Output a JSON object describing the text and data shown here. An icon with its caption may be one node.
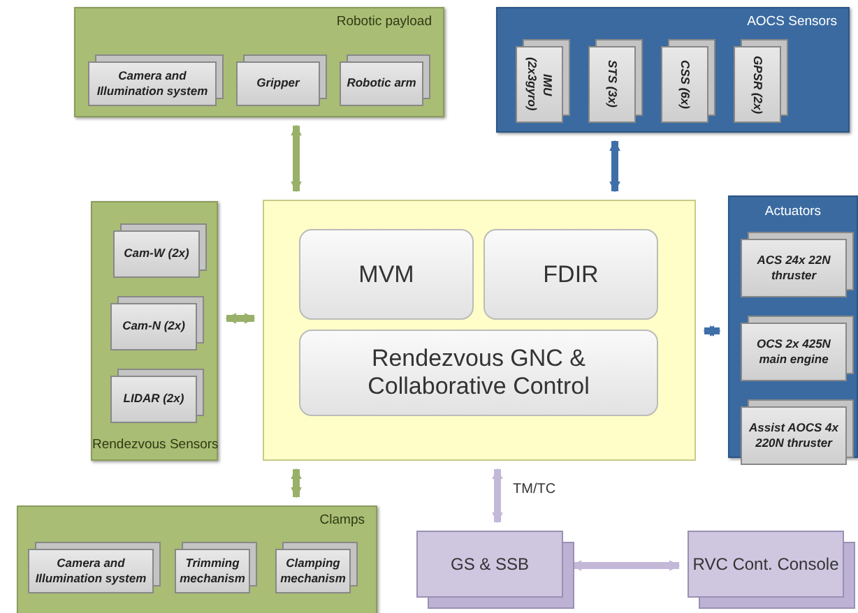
{
  "diagram": {
    "nodes": [
      {
        "text": [
          "Robotic payload"
        ]
      },
      {
        "text": [
          "Camera and Illumination system"
        ],
        "in": 0
      },
      {
        "text": [
          "Gripper"
        ],
        "in": 0
      },
      {
        "text": [
          "Robotic arm"
        ],
        "in": 0
      },
      {
        "text": [
          "AOCS Sensors"
        ]
      },
      {
        "text": [
          "IMU (2x3gyro)"
        ],
        "in": 4
      },
      {
        "text": [
          "STS (3x)"
        ],
        "in": 4
      },
      {
        "text": [
          "CSS (6x)"
        ],
        "in": 4
      },
      {
        "text": [
          "GPSR (2x)"
        ],
        "in": 4
      },
      {
        "text": [],
        "shape": "box"
      },
      {
        "text": [
          "MVM"
        ],
        "in": 9
      },
      {
        "text": [
          "FDIR"
        ],
        "in": 9
      },
      {
        "text": [
          "Rendezvous GNC & Collaborative Control"
        ],
        "in": 9
      },
      {
        "text": [
          "Rendezvous Sensors"
        ]
      },
      {
        "text": [
          "Cam-W (2x)"
        ],
        "in": 13
      },
      {
        "text": [
          "Cam-N (2x)"
        ],
        "in": 13
      },
      {
        "text": [
          "LIDAR (2x)"
        ],
        "in": 13
      },
      {
        "text": [
          "Actuators"
        ]
      },
      {
        "text": [
          "ACS 24x 22N thruster"
        ],
        "in": 17
      },
      {
        "text": [
          "OCS 2x 425N main engine"
        ],
        "in": 17
      },
      {
        "text": [
          "Assist AOCS 4x 220N thruster"
        ],
        "in": 17
      },
      {
        "text": [
          "Clamps"
        ]
      },
      {
        "text": [
          "Camera and Illumination system"
        ],
        "in": 21
      },
      {
        "text": [
          "Trimming mechanism"
        ],
        "in": 21
      },
      {
        "text": [
          "Clamping mechanism"
        ],
        "in": 21
      },
      {
        "text": [
          "GS & SSB"
        ]
      },
      {
        "text": [
          "RVC Cont. Console"
        ]
      }
    ],
    "edges": [
      {
        "from": 0,
        "to": 9,
        "arrow": "both"
      },
      {
        "from": 4,
        "to": 9,
        "arrow": "both",
        "color": "#3f6fa8"
      },
      {
        "from": 13,
        "to": 9,
        "arrow": "both"
      },
      {
        "from": 9,
        "to": 17,
        "arrow": "both",
        "color": "#3f6fa8"
      },
      {
        "from": 9,
        "to": 21,
        "arrow": "both"
      },
      {
        "from": 9,
        "to": 25,
        "arrow": "both",
        "label": "TM/TC",
        "color": "#c3b8d8"
      },
      {
        "from": 25,
        "to": 26,
        "arrow": "both",
        "color": "#c3b8d8"
      }
    ]
  }
}
